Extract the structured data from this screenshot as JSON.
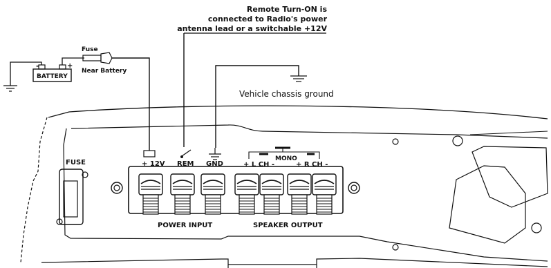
{
  "annotations": {
    "remote_line1": "Remote Turn-ON is",
    "remote_line2": "connected to Radio's power",
    "remote_line3": "antenna lead or a switchable +12V",
    "chassis_ground": "Vehicle chassis ground"
  },
  "battery": {
    "label": "BATTERY",
    "neg_sign": "-",
    "pos_sign": "+"
  },
  "fuse_inline": {
    "label": "Fuse",
    "note": "Near Battery"
  },
  "amp": {
    "fuse_label": "FUSE",
    "terminals": {
      "plus12v": "+ 12V",
      "rem": "REM",
      "gnd": "GND",
      "lch": "+ L CH -",
      "rch": "+ R CH -",
      "mono": "MONO"
    },
    "sections": {
      "power": "POWER INPUT",
      "speaker": "SPEAKER OUTPUT"
    }
  },
  "colors": {
    "ink": "#111111",
    "background": "#ffffff"
  }
}
